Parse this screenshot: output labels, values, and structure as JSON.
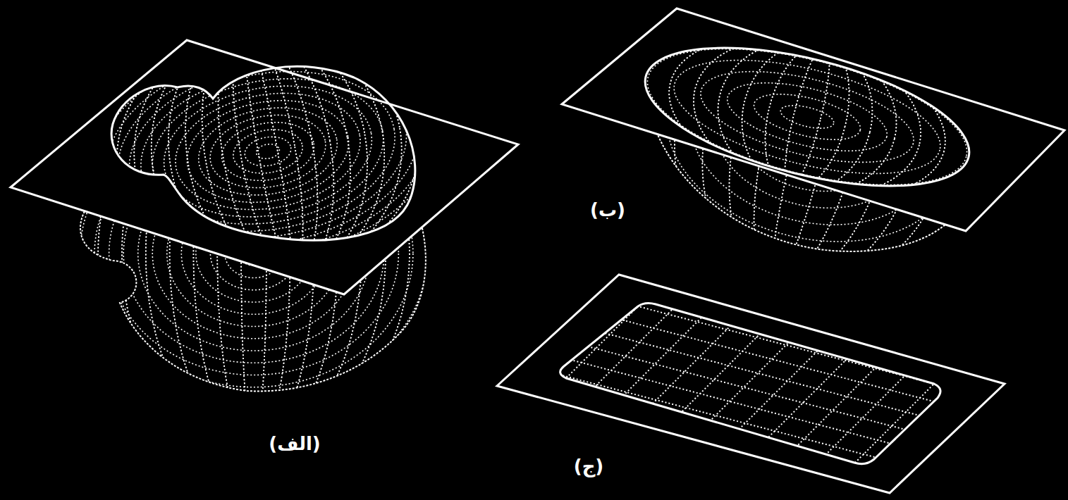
{
  "diagram": {
    "labels": [
      "(الف)",
      "(ب)",
      "(ج)"
    ]
  }
}
